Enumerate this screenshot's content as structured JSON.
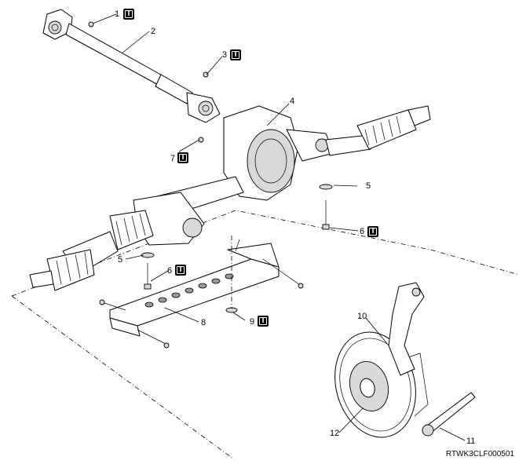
{
  "callouts": [
    {
      "id": "c1",
      "label": "1",
      "torque": true
    },
    {
      "id": "c2",
      "label": "2",
      "torque": false
    },
    {
      "id": "c3",
      "label": "3",
      "torque": true
    },
    {
      "id": "c4",
      "label": "4",
      "torque": false
    },
    {
      "id": "c5a",
      "label": "5",
      "torque": false
    },
    {
      "id": "c5b",
      "label": "5",
      "torque": false
    },
    {
      "id": "c6a",
      "label": "6",
      "torque": true
    },
    {
      "id": "c6b",
      "label": "6",
      "torque": true
    },
    {
      "id": "c7",
      "label": "7",
      "torque": true
    },
    {
      "id": "c8",
      "label": "8",
      "torque": false
    },
    {
      "id": "c9",
      "label": "9",
      "torque": true
    },
    {
      "id": "c10",
      "label": "10",
      "torque": false
    },
    {
      "id": "c11",
      "label": "11",
      "torque": false
    },
    {
      "id": "c12",
      "label": "12",
      "torque": false
    }
  ],
  "torque_symbol": "T",
  "document_code": "RTWK3CLF000501"
}
